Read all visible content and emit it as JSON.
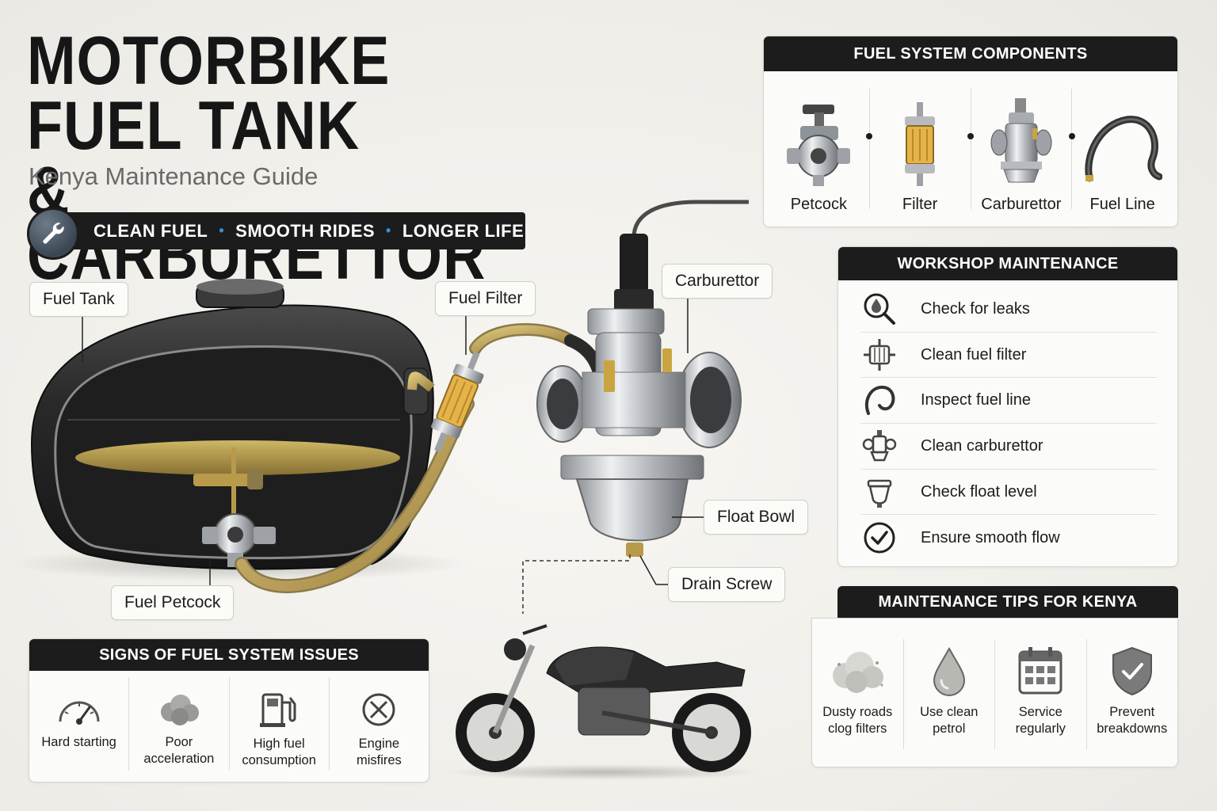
{
  "header": {
    "title_line1": "MOTORBIKE FUEL TANK",
    "title_line2": "& CARBURETTOR",
    "subtitle": "Kenya Maintenance Guide",
    "banner": [
      "CLEAN FUEL",
      "SMOOTH RIDES",
      "LONGER LIFE"
    ],
    "banner_separator": "•"
  },
  "callouts": {
    "fuel_tank": "Fuel Tank",
    "fuel_filter": "Fuel Filter",
    "carburettor": "Carburettor",
    "float_bowl": "Float Bowl",
    "drain_screw": "Drain Screw",
    "fuel_petcock": "Fuel Petcock"
  },
  "components": {
    "title": "FUEL SYSTEM COMPONENTS",
    "items": [
      {
        "label": "Petcock",
        "icon": "petcock-icon"
      },
      {
        "label": "Filter",
        "icon": "filter-icon"
      },
      {
        "label": "Carburettor",
        "icon": "carburettor-icon"
      },
      {
        "label": "Fuel Line",
        "icon": "fuel-line-icon"
      }
    ]
  },
  "workshop": {
    "title": "WORKSHOP MAINTENANCE",
    "items": [
      {
        "label": "Check for leaks",
        "icon": "leak-search-icon"
      },
      {
        "label": "Clean fuel filter",
        "icon": "filter-icon"
      },
      {
        "label": "Inspect fuel line",
        "icon": "hose-icon"
      },
      {
        "label": "Clean carburettor",
        "icon": "carburettor-icon"
      },
      {
        "label": "Check float level",
        "icon": "float-bowl-icon"
      },
      {
        "label": "Ensure smooth flow",
        "icon": "check-circle-icon"
      }
    ]
  },
  "tips": {
    "title": "MAINTENANCE TIPS FOR KENYA",
    "items": [
      {
        "label": "Dusty roads\nclog filters",
        "icon": "dust-cloud-icon"
      },
      {
        "label": "Use clean\npetrol",
        "icon": "fuel-drop-icon"
      },
      {
        "label": "Service\nregularly",
        "icon": "calendar-icon"
      },
      {
        "label": "Prevent\nbreakdowns",
        "icon": "shield-check-icon"
      }
    ]
  },
  "signs": {
    "title": "SIGNS OF FUEL SYSTEM ISSUES",
    "items": [
      {
        "label": "Hard starting",
        "icon": "gauge-icon"
      },
      {
        "label": "Poor\nacceleration",
        "icon": "smoke-icon"
      },
      {
        "label": "High fuel\nconsumption",
        "icon": "fuel-pump-icon"
      },
      {
        "label": "Engine\nmisfires",
        "icon": "cross-circle-icon"
      }
    ]
  },
  "colors": {
    "header_bg": "#1c1c1c",
    "accent_dot": "#3a8fd0",
    "fuel_amber": "#c9a441",
    "tank_black": "#2b2b2b"
  }
}
